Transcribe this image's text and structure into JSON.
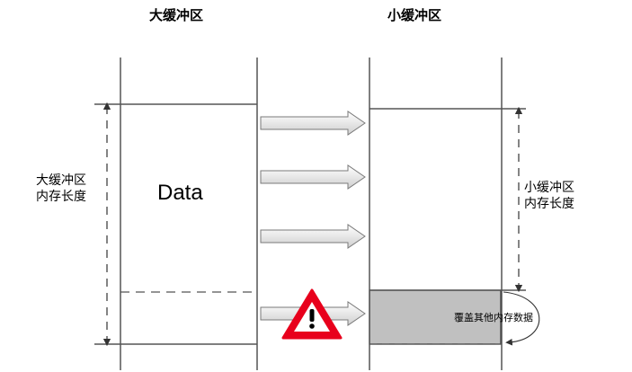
{
  "large_buffer": {
    "title": "大缓冲区",
    "length_label_line1": "大缓冲区",
    "length_label_line2": "内存长度",
    "content": "Data"
  },
  "small_buffer": {
    "title": "小缓冲区",
    "length_label_line1": "小缓冲区",
    "length_label_line2": "内存长度",
    "overflow_note": "覆盖其他内存数据"
  },
  "colors": {
    "line": "#555555",
    "overflow_fill": "#c0c0c0",
    "warning_red": "#e8001c"
  },
  "icons": [
    "right-arrow-icon",
    "warning-icon"
  ]
}
